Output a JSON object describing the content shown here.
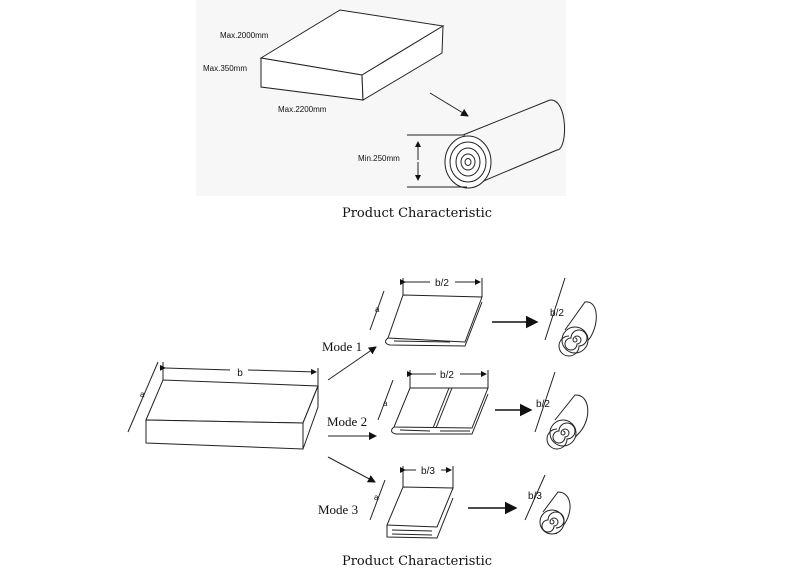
{
  "top_figure": {
    "labels": {
      "width": "Max.2000mm",
      "height": "Max.350mm",
      "length": "Max.2200mm",
      "roll_diameter": "Min.250mm"
    },
    "caption": "Product Characteristic"
  },
  "bottom_figure": {
    "block": {
      "length_label": "b",
      "height_label": "a"
    },
    "modes": [
      {
        "label": "Mode 1",
        "width_label": "b/2",
        "height_label": "a",
        "roll_label": "b/2"
      },
      {
        "label": "Mode 2",
        "width_label": "b/2",
        "height_label": "a",
        "roll_label": "b/2"
      },
      {
        "label": "Mode 3",
        "width_label": "b/3",
        "height_label": "a",
        "roll_label": "b/3"
      }
    ],
    "caption": "Product Characteristic"
  }
}
